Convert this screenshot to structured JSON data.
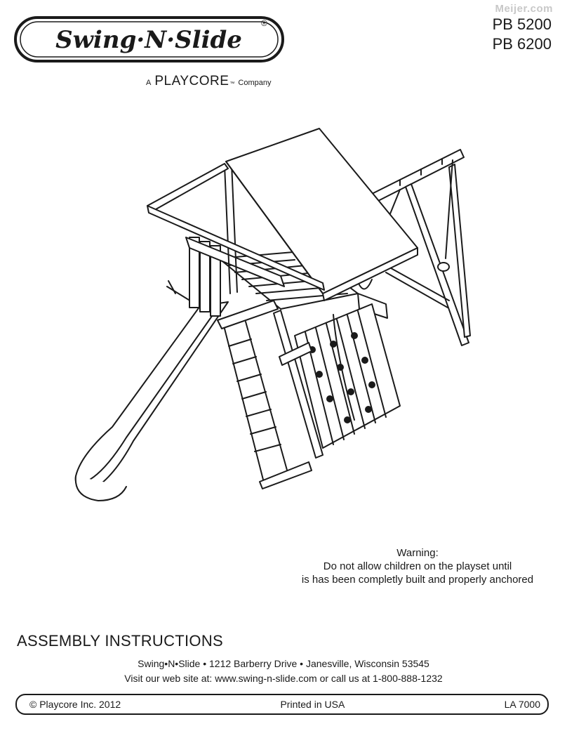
{
  "watermark": "Meijer.com",
  "brand": {
    "logo_text": "Swing·N·Slide",
    "registered_mark": "®",
    "sub_prefix": "A",
    "sub_name": "PLAYCORE",
    "sub_tm": "™",
    "sub_suffix": "Company"
  },
  "models": [
    "PB 5200",
    "PB 6200"
  ],
  "illustration": {
    "icon": "playset-illustration"
  },
  "warning": {
    "title": "Warning:",
    "line1": "Do not allow children on the playset until",
    "line2": "is has been completly built and properly anchored"
  },
  "doc_title": "ASSEMBLY INSTRUCTIONS",
  "address": "Swing•N•Slide • 1212 Barberry Drive • Janesville, Wisconsin 53545",
  "web": "Visit our web site at: www.swing-n-slide.com or call us at 1-800-888-1232",
  "footer": {
    "copyright": "© Playcore Inc. 2012",
    "printed": "Printed in USA",
    "code": "LA 7000"
  }
}
